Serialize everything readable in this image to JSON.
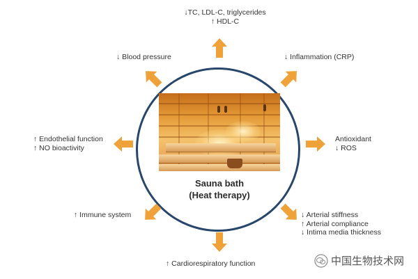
{
  "center": {
    "title_line1": "Sauna bath",
    "title_line2": "(Heat therapy)"
  },
  "effects": {
    "lipids": [
      "↓TC, LDL-C, triglycerides",
      "↑ HDL-C"
    ],
    "blood_pressure": [
      "↓ Blood pressure"
    ],
    "inflammation": [
      "↓ Inflammation (CRP)"
    ],
    "endothelial": [
      "↑ Endothelial function",
      "↑ NO bioactivity"
    ],
    "antioxidant": [
      "Antioxidant",
      "↓ ROS"
    ],
    "immune": [
      "↑ Immune system"
    ],
    "arterial": [
      "↓ Arterial stiffness",
      "↑ Arterial compliance",
      "↓ Intima media thickness"
    ],
    "cardio": [
      "↑ Cardiorespiratory function"
    ]
  },
  "watermark": {
    "text": "中国生物技术网",
    "icon": "wechat-icon"
  },
  "colors": {
    "arrow": "#f0a23a",
    "circle_border": "#27466c",
    "text": "#333333"
  }
}
